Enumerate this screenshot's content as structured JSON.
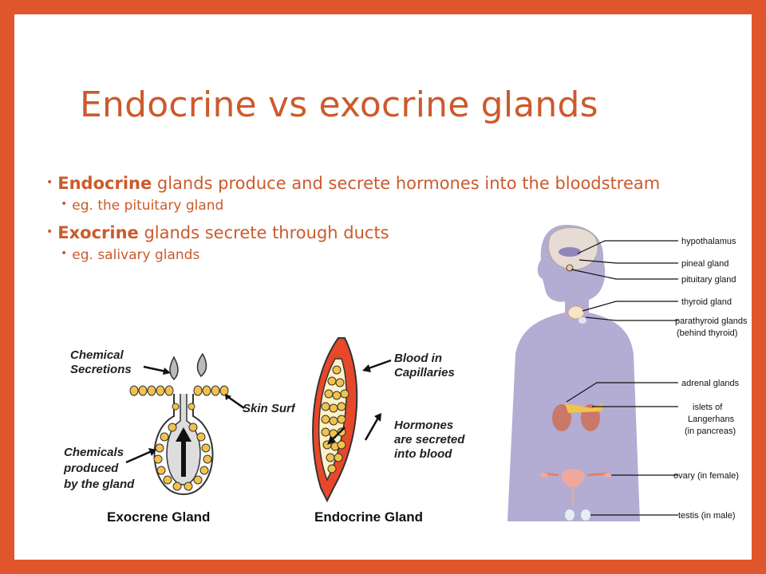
{
  "slide": {
    "title": "Endocrine vs exocrine glands",
    "bullets": [
      {
        "bold": "Endocrine",
        "text": " glands produce and secrete hormones into the bloodstream",
        "sub": "eg. the pituitary gland"
      },
      {
        "bold": "Exocrine",
        "text": " glands secrete through ducts",
        "sub": "eg. salivary glands"
      }
    ]
  },
  "exocrine_diagram": {
    "labels": {
      "chemical": "Chemical",
      "secretions": "Secretions",
      "skin_surface": "Skin Surface",
      "chemicals": "Chemicals",
      "produced": "produced",
      "by_the_gland": "by the gland"
    },
    "caption": "Exocrene Gland"
  },
  "endocrine_diagram": {
    "labels": {
      "blood_in": "Blood in",
      "capillaries": "Capillaries",
      "hormones": "Hormones",
      "are_secreted": "are secreted",
      "into_blood": "into blood"
    },
    "caption": "Endocrine Gland"
  },
  "body_diagram": {
    "organs": [
      "hypothalamus",
      "pineal gland",
      "pituitary gland",
      "thyroid gland",
      "parathyroid glands",
      "(behind thyroid)",
      "adrenal glands",
      "islets of",
      "Langerhans",
      "(in pancreas)",
      "ovary (in female)",
      "testis (in male)"
    ]
  },
  "colors": {
    "frame": "#e0552b",
    "accent": "#cc5a2c",
    "body": "#b3acd3",
    "gland": "#f2c24b",
    "capillary": "#e8482a"
  }
}
